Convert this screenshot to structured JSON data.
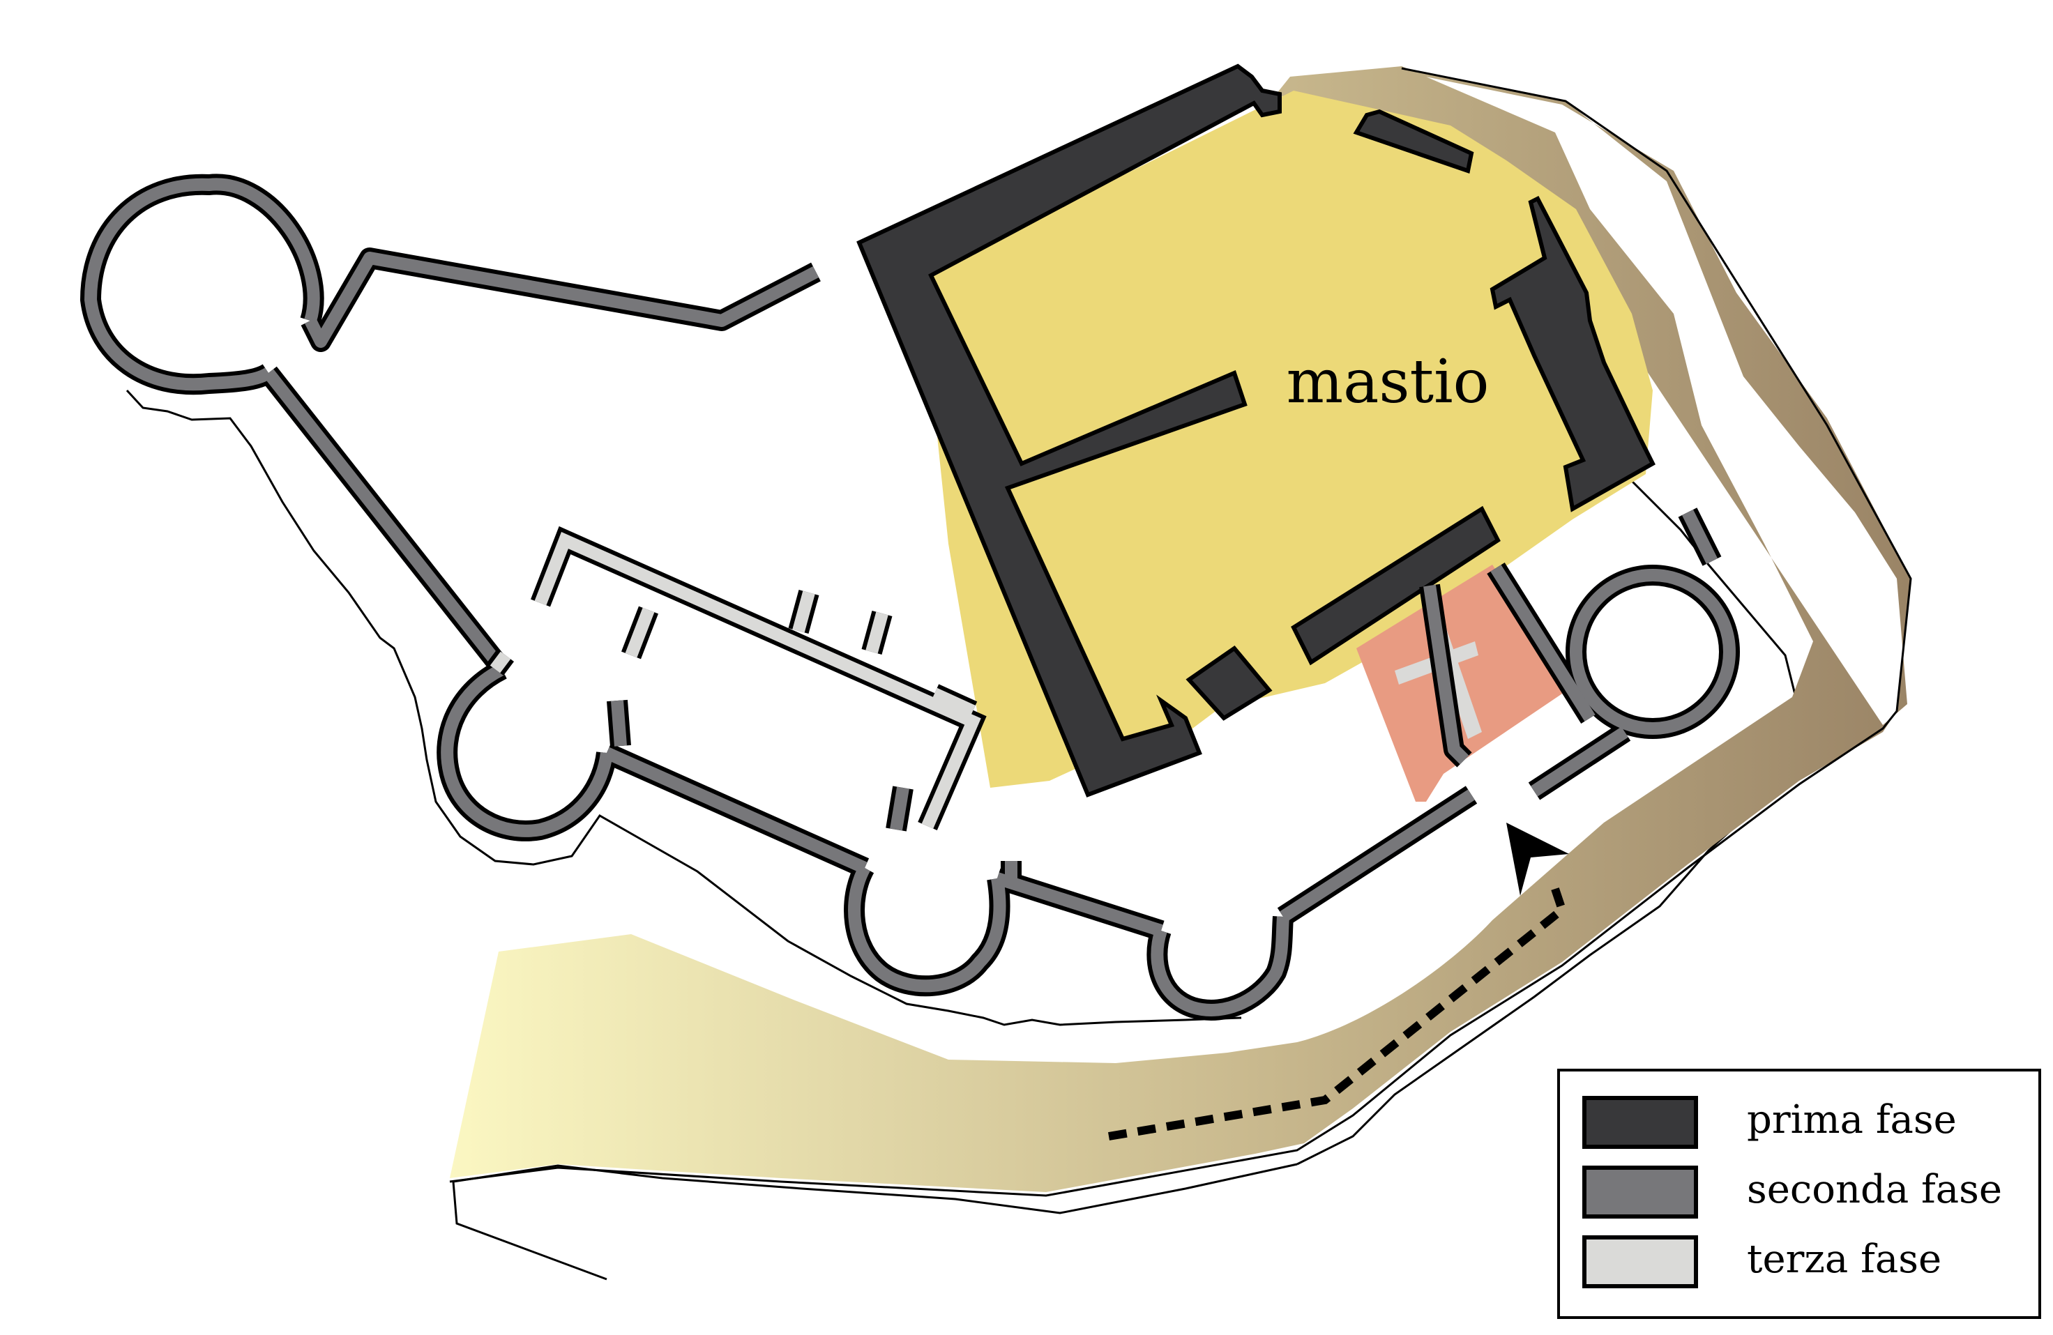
{
  "labels": {
    "keep": "mastio"
  },
  "legend": {
    "items": [
      {
        "label": "prima fase",
        "color": "#38383a"
      },
      {
        "label": "seconda fase",
        "color": "#77777a"
      },
      {
        "label": "terza fase",
        "color": "#dadad8"
      }
    ]
  },
  "colors": {
    "courtyard": "#ecd978",
    "chapel": "#e89b82",
    "path_start": "#fbf7c2",
    "path_end": "#9a8466",
    "outline": "#000000"
  },
  "icons": {
    "chapel": "cross-icon",
    "entrance": "arrow-icon"
  }
}
